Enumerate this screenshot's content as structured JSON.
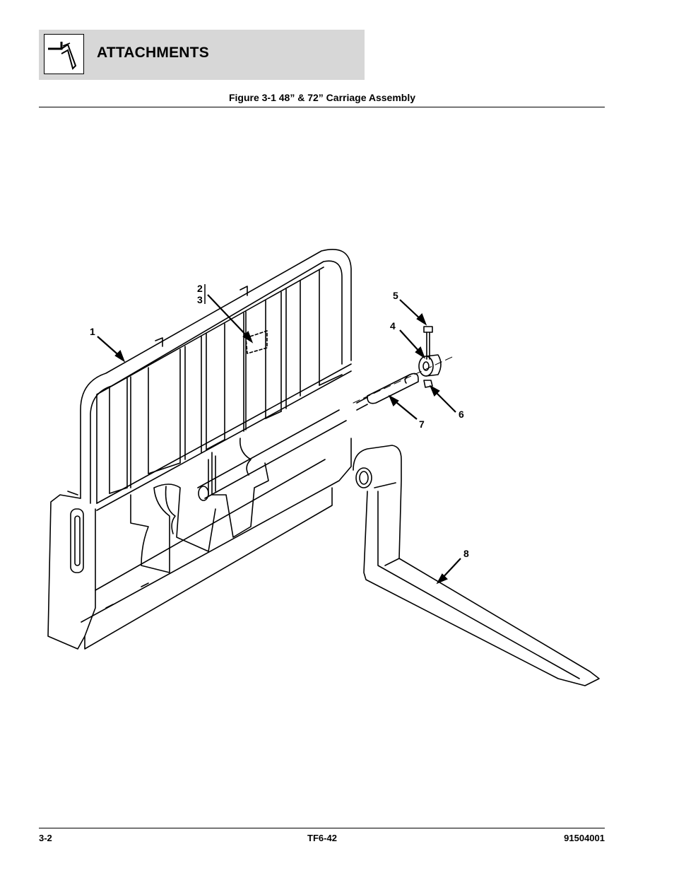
{
  "header": {
    "section_title": "ATTACHMENTS",
    "section_icon": "attachment-hook-icon"
  },
  "figure": {
    "caption": "Figure 3-1 48” & 72” Carriage Assembly",
    "callouts": {
      "c1": "1",
      "c2": "2",
      "c3": "3",
      "c4": "4",
      "c5": "5",
      "c6": "6",
      "c7": "7",
      "c8": "8"
    }
  },
  "footer": {
    "page_number": "3-2",
    "model": "TF6-42",
    "document_number": "91504001"
  }
}
